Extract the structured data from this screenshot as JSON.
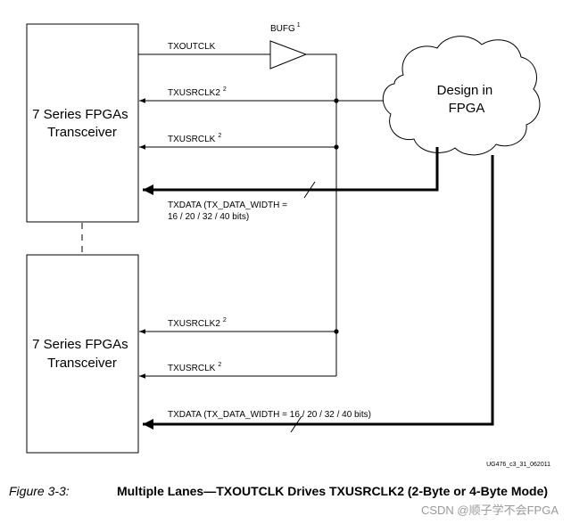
{
  "diagram": {
    "block_top": "7 Series FPGAs\nTransceiver",
    "block_bottom": "7 Series FPGAs\nTransceiver",
    "bufg_label": "BUFG",
    "bufg_note": "1",
    "cloud_label": "Design in\nFPGA",
    "top_signals": {
      "txoutclk": "TXOUTCLK",
      "txusrclk2": "TXUSRCLK2",
      "txusrclk2_note": "2",
      "txusrclk": "TXUSRCLK",
      "txusrclk_note": "2",
      "txdata_line1": "TXDATA (TX_DATA_WIDTH =",
      "txdata_line2": "16 / 20 / 32 / 40 bits)"
    },
    "bottom_signals": {
      "txusrclk2": "TXUSRCLK2",
      "txusrclk2_note": "2",
      "txusrclk": "TXUSRCLK",
      "txusrclk_note": "2",
      "txdata": "TXDATA (TX_DATA_WIDTH = 16 / 20 / 32 / 40 bits)"
    },
    "doc_id": "UG476_c3_31_062011"
  },
  "caption": {
    "figure_number": "Figure 3-3:",
    "title": "Multiple Lanes—TXOUTCLK Drives TXUSRCLK2 (2-Byte or 4-Byte Mode)"
  },
  "watermark": "CSDN @顺子学不会FPGA"
}
